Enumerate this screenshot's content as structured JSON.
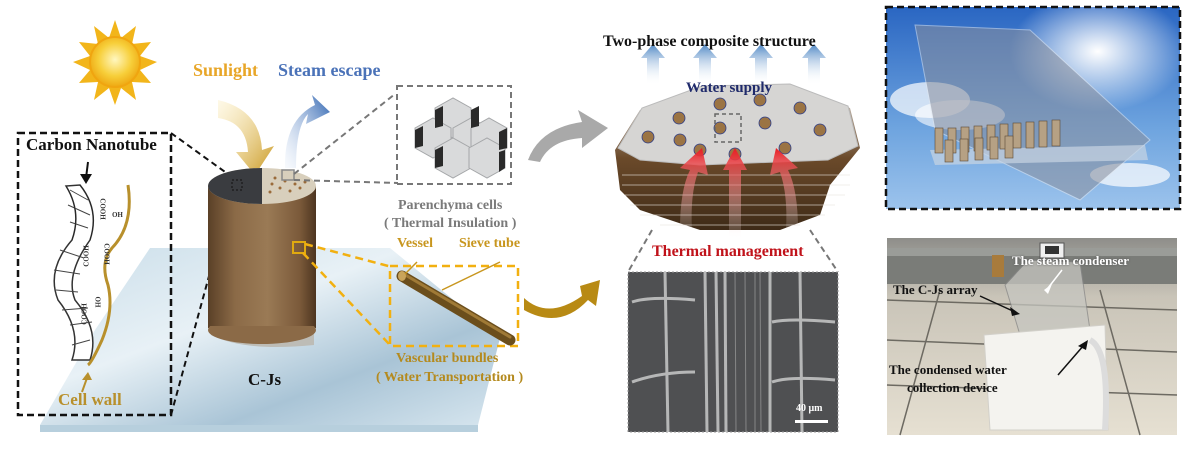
{
  "colors": {
    "gold": "#c8961e",
    "gold_light": "#e8b830",
    "steam_blue": "#4a72b8",
    "navy": "#1f2a6b",
    "thermal_red": "#c0121a",
    "gray_text": "#777777",
    "black": "#111111",
    "white": "#ffffff"
  },
  "left_panel": {
    "sun_icon": "sun-icon",
    "sunlight_label": "Sunlight",
    "steam_label": "Steam escape",
    "carbon_nanotube_label": "Carbon Nanotube",
    "cell_wall_label": "Cell wall",
    "functional_groups": [
      "COOH",
      "HO",
      "COOH",
      "COOH",
      "OH",
      "COOH"
    ],
    "sample_label": "C-Js"
  },
  "middle_panel": {
    "parenchyma_label": "Parenchyma cells",
    "parenchyma_sub": "( Thermal Insulation )",
    "vessel_label": "Vessel",
    "sieve_tube_label": "Sieve tube",
    "vascular_label": "Vascular bundles",
    "vascular_sub": "( Water Transportation )"
  },
  "structure_panel": {
    "title": "Two-phase composite structure",
    "water_supply_label": "Water supply",
    "thermal_label": "Thermal management",
    "scale_bar": "40 μm"
  },
  "right_panel": {
    "device_render_alt": "Solar evaporation device render",
    "photo_labels": {
      "condenser": "The steam condenser",
      "array": "The C-Js array",
      "collection_line1": "The condensed water",
      "collection_line2": "collection device"
    }
  }
}
